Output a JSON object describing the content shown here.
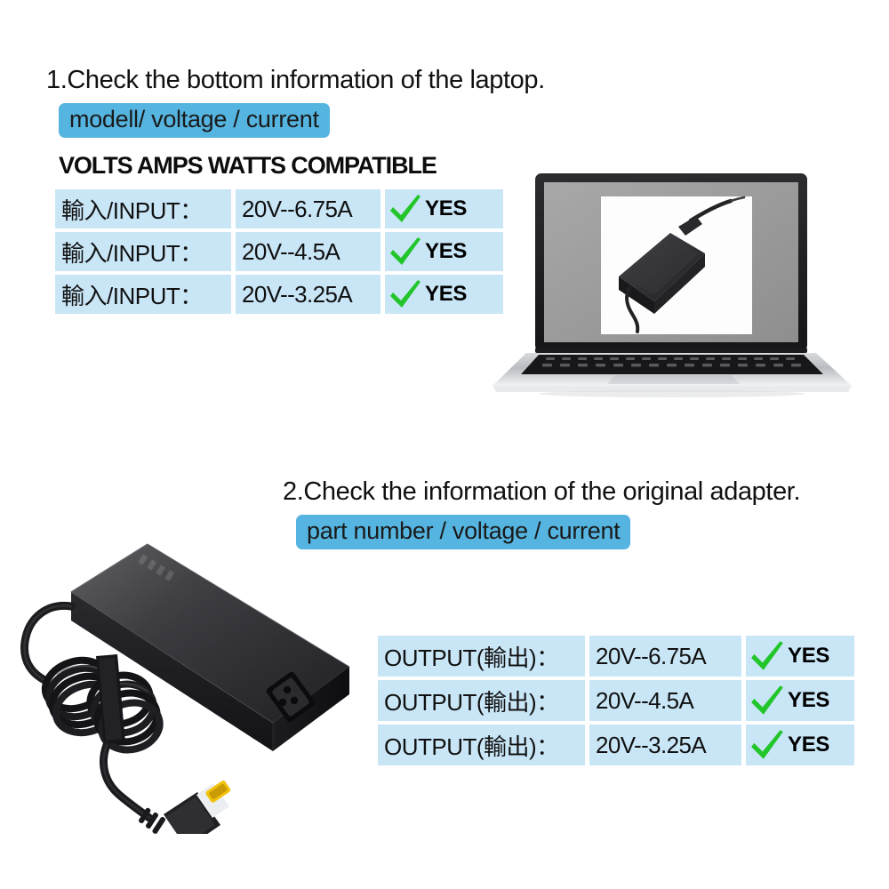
{
  "steps": [
    {
      "heading": "1.Check the bottom information of the laptop.",
      "chip": "modell/ voltage / current"
    },
    {
      "heading": "2.Check the information of the original adapter.",
      "chip": "part number / voltage / current"
    }
  ],
  "table1": {
    "title": "VOLTS AMPS WATTS COMPATIBLE",
    "rows": [
      {
        "label": "輸入/INPUT：",
        "value": "20V--6.75A",
        "compat": "YES"
      },
      {
        "label": "輸入/INPUT：",
        "value": "20V--4.5A",
        "compat": "YES"
      },
      {
        "label": "輸入/INPUT：",
        "value": "20V--3.25A",
        "compat": "YES"
      }
    ]
  },
  "table2": {
    "rows": [
      {
        "label": "OUTPUT(輸出)：",
        "value": "20V--6.75A",
        "compat": "YES"
      },
      {
        "label": "OUTPUT(輸出)：",
        "value": "20V--4.5A",
        "compat": "YES"
      },
      {
        "label": "OUTPUT(輸出)：",
        "value": "20V--3.25A",
        "compat": "YES"
      }
    ]
  },
  "icons": {
    "check": "green-check-icon",
    "laptop": "laptop-illustration",
    "adapter": "power-adapter-photo",
    "connector": "slim-tip-connector-icon"
  },
  "colors": {
    "chip_blue": "#55b4e0",
    "cell_blue": "#c9e6f7",
    "check_green": "#22c52a",
    "connector_yellow": "#f2c20a",
    "background": "#ffffff"
  }
}
